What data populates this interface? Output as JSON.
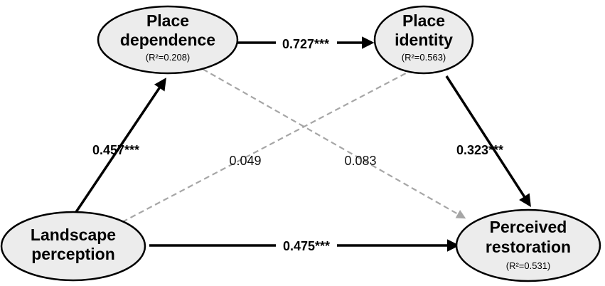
{
  "colors": {
    "node_fill": "#ececec",
    "node_stroke": "#000000",
    "significant_path": "#000000",
    "nonsignificant_path": "#a6a6a6"
  },
  "nodes": {
    "place_dependence": {
      "line1": "Place",
      "line2": "dependence",
      "r2": "(R²=0.208)"
    },
    "place_identity": {
      "line1": "Place",
      "line2": "identity",
      "r2": "(R²=0.563)"
    },
    "landscape_perception": {
      "line1": "Landscape",
      "line2": "perception"
    },
    "perceived_restoration": {
      "line1": "Perceived",
      "line2": "restoration",
      "r2": "(R²=0.531)"
    }
  },
  "paths": {
    "lp_to_pd": {
      "coef": "0.457",
      "sig": "***",
      "significant": true
    },
    "pd_to_pi": {
      "coef": "0.727",
      "sig": "***",
      "significant": true
    },
    "pi_to_pr": {
      "coef": "0.323",
      "sig": "***",
      "significant": true
    },
    "lp_to_pr": {
      "coef": "0.475",
      "sig": "***",
      "significant": true
    },
    "lp_to_pi": {
      "coef": "0.049",
      "significant": false
    },
    "pd_to_pr": {
      "coef": "0.083",
      "significant": false
    }
  }
}
